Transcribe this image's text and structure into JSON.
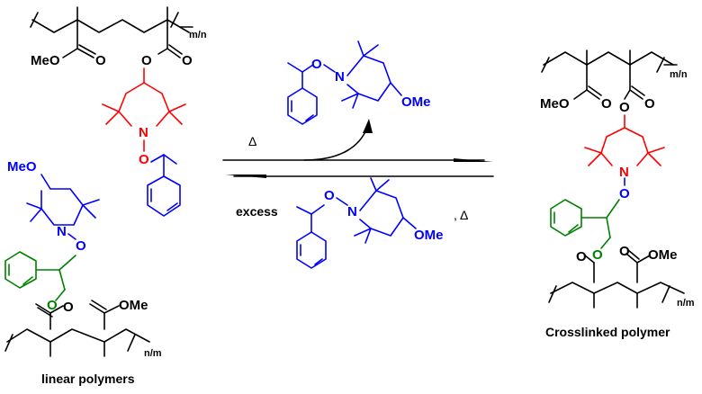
{
  "labels": {
    "linear": "linear polymers",
    "crosslinked": "Crosslinked polymer",
    "excess": "excess",
    "delta_top": "Δ",
    "delta_bottom": ", Δ",
    "meo": "MeO",
    "ome": "OMe",
    "o": "O",
    "n": "N",
    "mn": "m/n",
    "nm": "n/m"
  },
  "colors": {
    "backbone": "#000000",
    "tempo_ring": "#ff0000",
    "alkoxyamine": "#0000ff",
    "styryl": "#008000"
  }
}
